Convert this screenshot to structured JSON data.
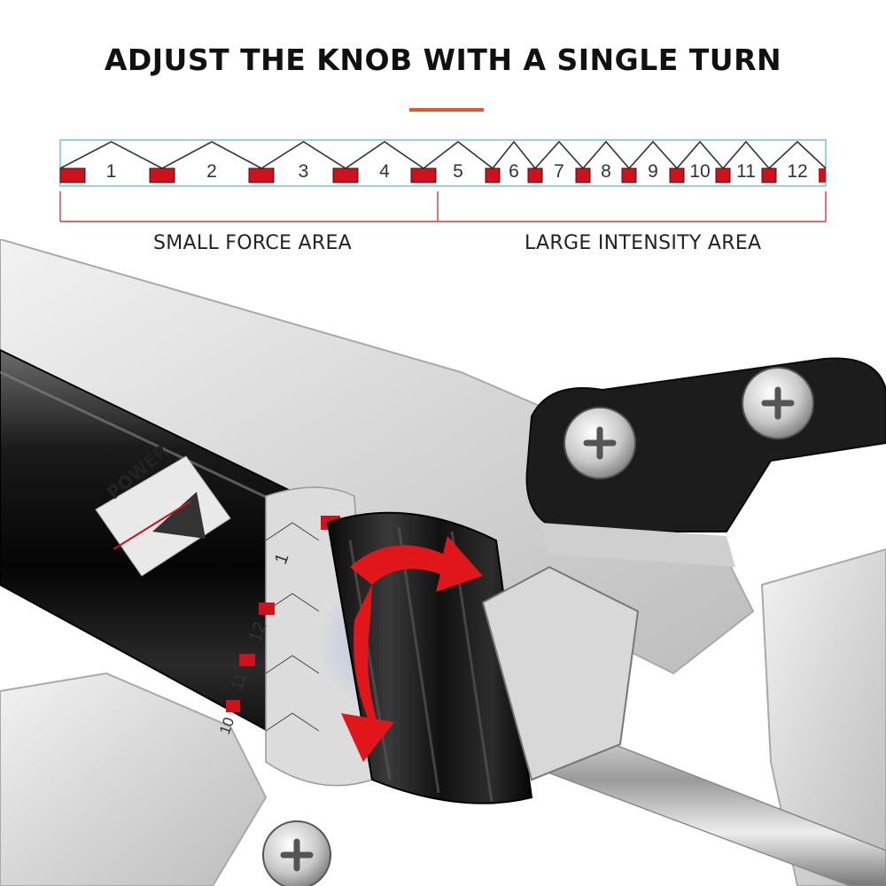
{
  "title": "ADJUST THE KNOB WITH A SINGLE TURN",
  "accent_color": "#e8552a",
  "scale": {
    "levels": [
      "1",
      "2",
      "3",
      "4",
      "5",
      "6",
      "7",
      "8",
      "9",
      "10",
      "11",
      "12"
    ],
    "marker_color": "#d0101a",
    "border_color": "#6fc3e0",
    "bracket_color": "#d23a3a"
  },
  "areas": {
    "small": "SMALL FORCE AREA",
    "large": "LARGE INTENSITY AREA"
  },
  "product": {
    "power_label": "POWER",
    "dial_numbers": [
      "1",
      "12",
      "11",
      "10"
    ],
    "arrow_color": "#e0161b",
    "glow_color": "#2f6bff"
  }
}
